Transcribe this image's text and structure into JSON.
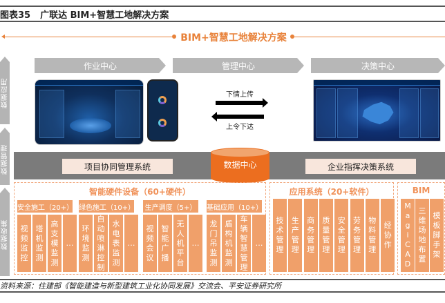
{
  "figure": {
    "number": "图表35",
    "title": "广联达 BIM+智慧工地解决方案"
  },
  "banner": {
    "title": "BIM+智慧工地解决方案"
  },
  "accent_color": "#e8823a",
  "layers": [
    {
      "label": "数据应用"
    },
    {
      "label": "数据管理"
    },
    {
      "label": "数据收集"
    }
  ],
  "centers": [
    {
      "label": "作业中心"
    },
    {
      "label": "管理中心"
    },
    {
      "label": "决策中心"
    }
  ],
  "flow": {
    "up_label": "下情上传",
    "down_label": "上令下达"
  },
  "management": {
    "left_system": "项目协同管理系统",
    "data_center": "数据中心",
    "right_system": "企业指挥决策系统"
  },
  "hardware": {
    "title": "智能硬件设备（60+硬件）",
    "categories": [
      {
        "label": "安全施工（20+）",
        "items": [
          "视频监控",
          "塔机监测",
          "高支模监测",
          "…"
        ]
      },
      {
        "label": "绿色施工（10+）",
        "items": [
          "环境监测",
          "自动喷淋控制",
          "水电表监测",
          "…"
        ]
      },
      {
        "label": "生产调度（5+）",
        "items": [
          "视频会议",
          "智能广播",
          "无人机平台",
          "…"
        ]
      },
      {
        "label": "基础应用（10+）",
        "items": [
          "龙门吊监测",
          "盾构机监测",
          "车辆智慧管理",
          "…"
        ]
      }
    ]
  },
  "software": {
    "title": "应用系统（20+软件）",
    "items": [
      "技术管理",
      "生产管理",
      "商务管理",
      "质量管理",
      "安全管理",
      "劳务管理",
      "物料管理",
      "经协作"
    ]
  },
  "bim": {
    "title": "BIM",
    "items": [
      "MagiCAD",
      "三维场地布置",
      "模板脚手架"
    ]
  },
  "source": "资料来源：住建部《智能建造与新型建筑工业化协同发展》交流会、平安证券研究所"
}
